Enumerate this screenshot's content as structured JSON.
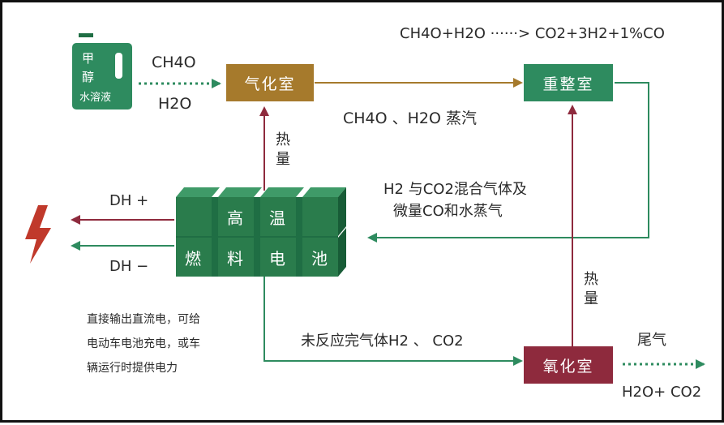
{
  "methanol": {
    "line1": "甲",
    "line2": "醇",
    "line3": "水溶液"
  },
  "inputs": {
    "ch4o": "CH4O",
    "h2o": "H2O"
  },
  "equation": "CH4O+H2O ······> CO2+3H2+1%CO",
  "boxes": {
    "vaporizer": "气化室",
    "reformer": "重整室",
    "oxidizer": "氧化室"
  },
  "vapor_label": "CH4O 、H2O  蒸汽",
  "heat_label_1": "热量",
  "heat_label_2": "热量",
  "mix_gas_line1": "H2 与CO2混合气体及",
  "mix_gas_line2": "微量CO和水蒸气",
  "fuel_cell": {
    "top": [
      "高",
      "温"
    ],
    "bottom": [
      "燃",
      "料",
      "电",
      "池"
    ]
  },
  "dc_plus": "DH +",
  "dc_minus": "DH −",
  "description": [
    "直接输出直流电，可给",
    "电动车电池充电，或车",
    "辆运行时提供电力"
  ],
  "unreacted_label": "未反应完气体H2  、  CO2",
  "exhaust_label": "尾气",
  "exhaust_products": "H2O+ CO2",
  "colors": {
    "green": "#2e8b5f",
    "dark_green": "#1f6e44",
    "brown": "#a67a2c",
    "crimson": "#8e2a3d",
    "lightning": "#c0392b"
  }
}
